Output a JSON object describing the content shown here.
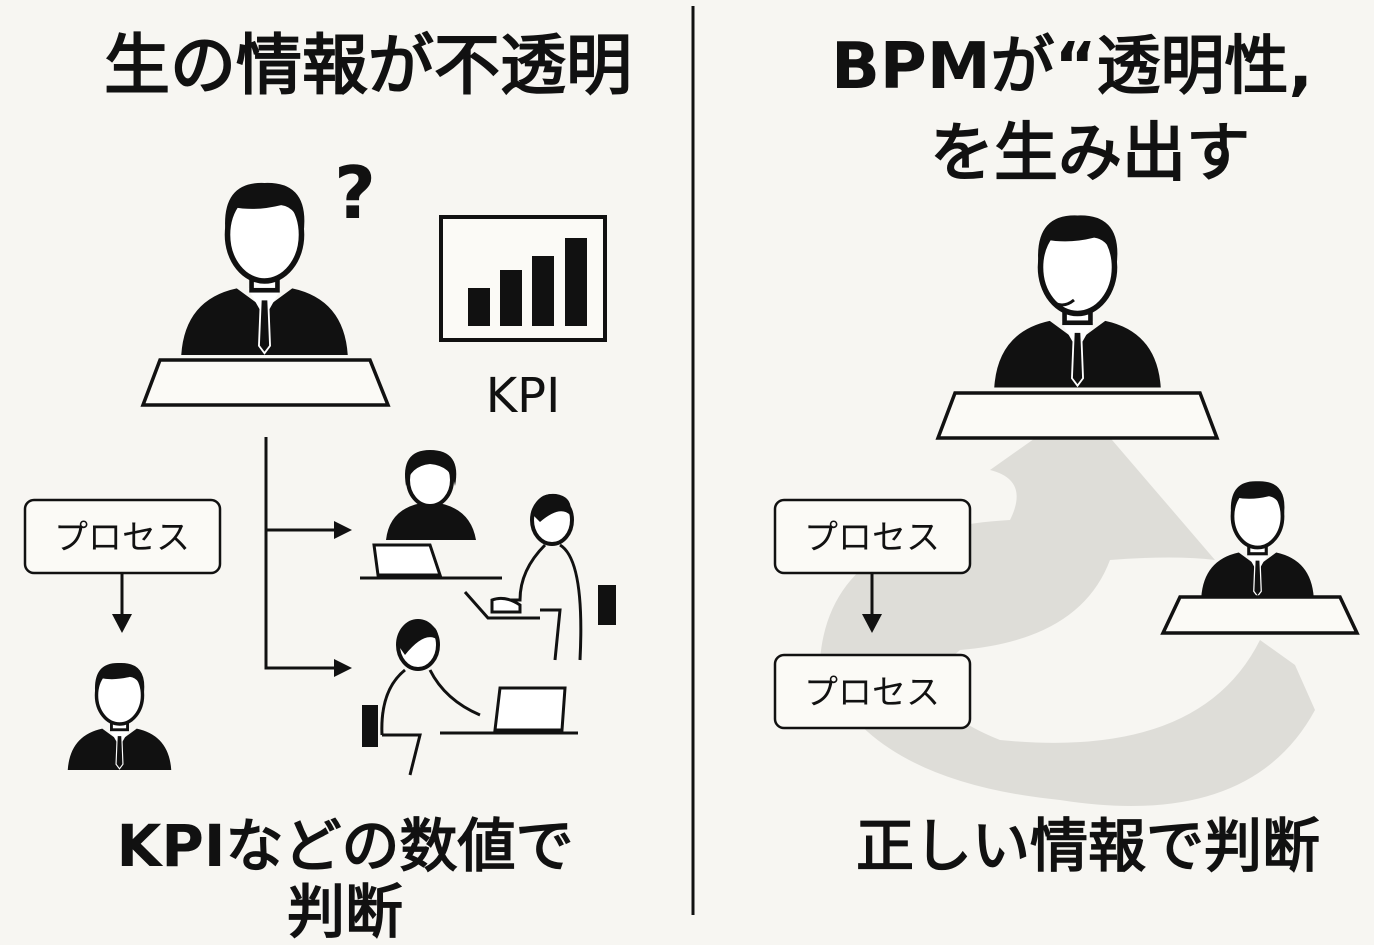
{
  "left": {
    "title": "生の情報が不透明",
    "question_mark": "?",
    "kpi_label": "KPI",
    "process_label": "プロセス",
    "bottom_line1": "KPIなどの数値で",
    "bottom_line2": "判断"
  },
  "right": {
    "title_line1": "BPMが“透明性,",
    "title_line2": "を生み出す",
    "process_label_1": "プロセス",
    "process_label_2": "プロセス",
    "bottom_text": "正しい情報で判断"
  },
  "colors": {
    "background": "#f7f6f2",
    "ink": "#111111",
    "arrow": "#d9d8d4"
  }
}
